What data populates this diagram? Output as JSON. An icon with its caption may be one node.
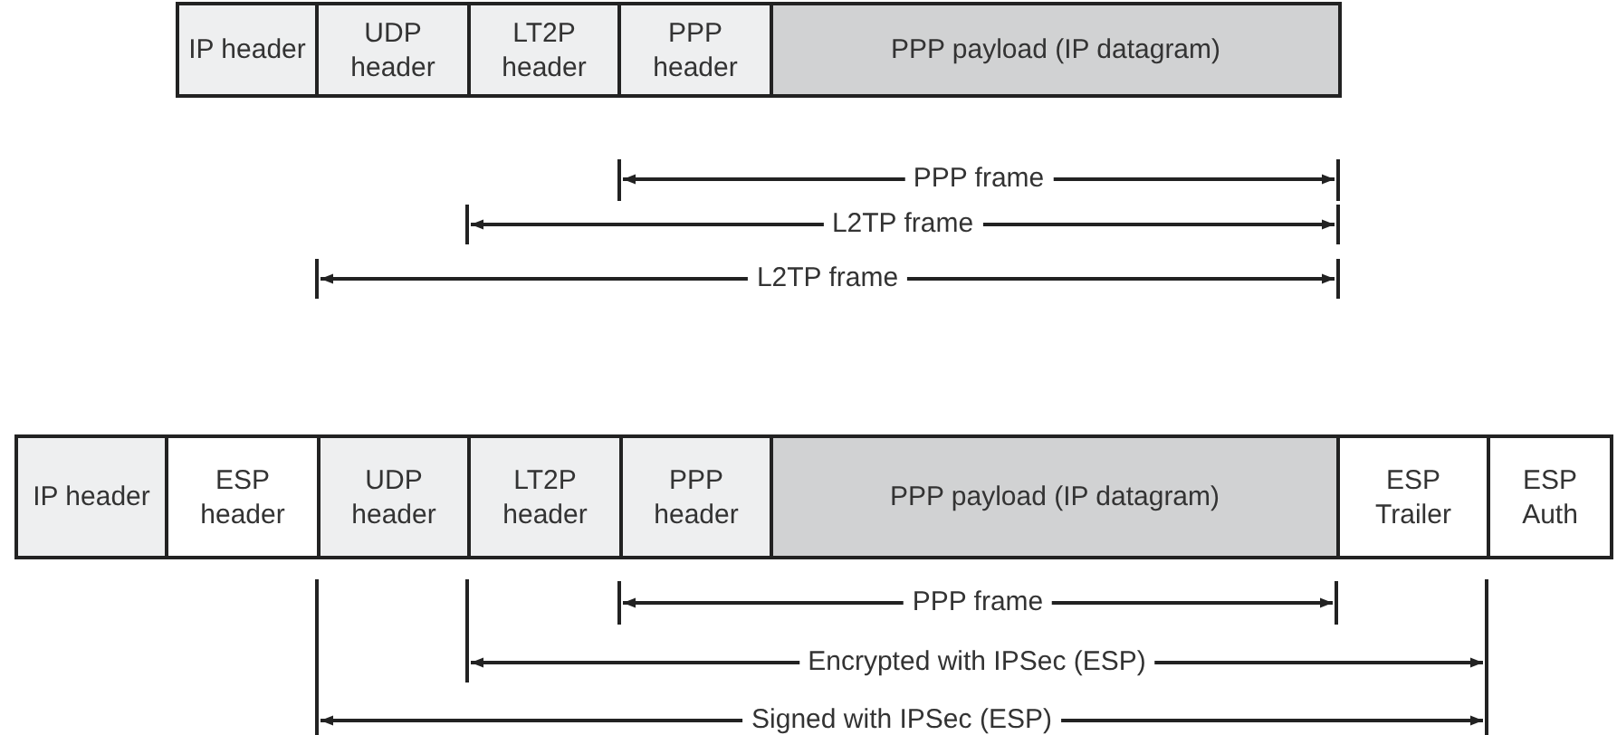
{
  "diagram": {
    "nodes": [
      {
        "text": [
          "IP header"
        ]
      },
      {
        "text": [
          "UDP header"
        ]
      },
      {
        "text": [
          "LT2P header"
        ]
      },
      {
        "text": [
          "PPP header"
        ]
      },
      {
        "text": [
          "PPP payload (IP datagram)"
        ]
      },
      {
        "text": [
          "IP header"
        ]
      },
      {
        "text": [
          "ESP header"
        ]
      },
      {
        "text": [
          "UDP header"
        ]
      },
      {
        "text": [
          "LT2P header"
        ]
      },
      {
        "text": [
          "PPP header"
        ]
      },
      {
        "text": [
          "PPP payload (IP datagram)"
        ]
      },
      {
        "text": [
          "ESP Trailer"
        ]
      },
      {
        "text": [
          "ESP Auth"
        ]
      }
    ],
    "labels": [
      "PPP frame",
      "L2TP frame",
      "L2TP frame",
      "PPP frame",
      "Encrypted with IPSec (ESP)",
      "Signed with IPSec (ESP)"
    ]
  }
}
